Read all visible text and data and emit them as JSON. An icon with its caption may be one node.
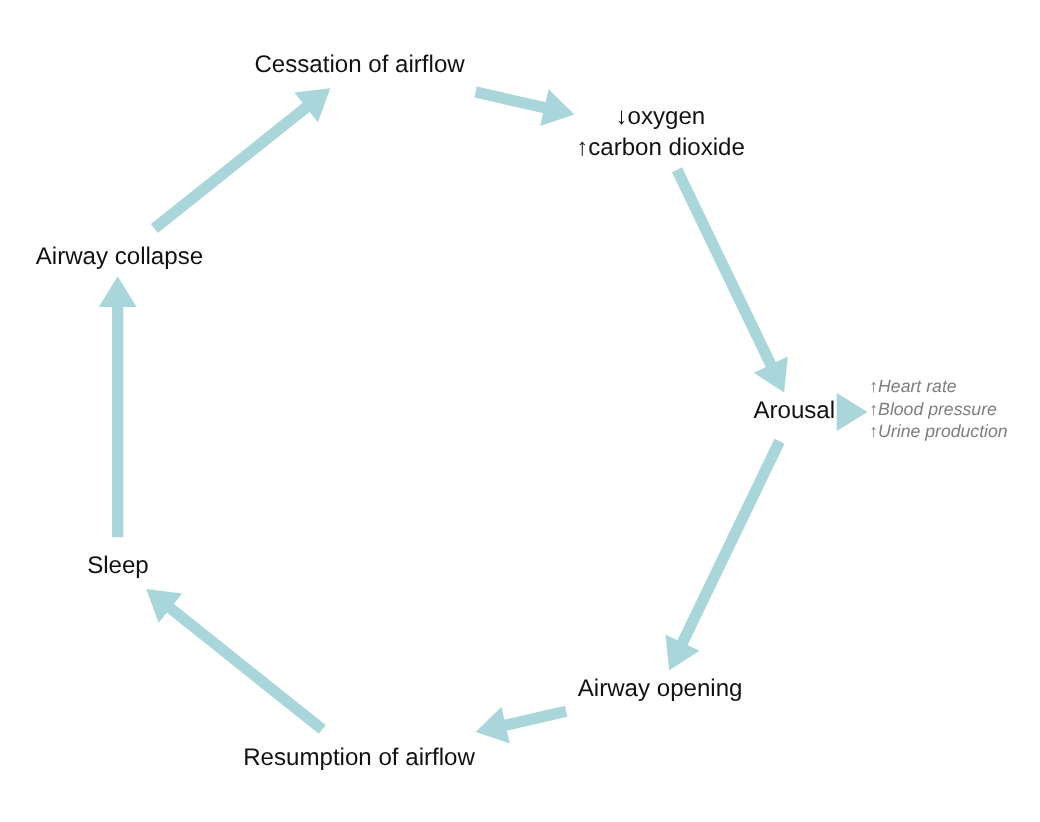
{
  "diagram": {
    "nodes": [
      {
        "text": [
          "Sleep"
        ]
      },
      {
        "text": [
          "Airway collapse"
        ]
      },
      {
        "text": [
          "Cessation of airflow"
        ]
      },
      {
        "text": [
          "↓oxygen",
          "↑carbon dioxide"
        ]
      },
      {
        "text": [
          "Arousal"
        ]
      },
      {
        "text": [
          "Airway opening"
        ]
      },
      {
        "text": [
          "Resumption of airflow"
        ]
      },
      {
        "text": [
          "↑Heart rate",
          "↑Blood pressure",
          "↑Urine production"
        ]
      }
    ],
    "edges": [
      {
        "from": 0,
        "to": 1,
        "arrow": "to"
      },
      {
        "from": 1,
        "to": 2,
        "arrow": "to"
      },
      {
        "from": 2,
        "to": 3,
        "arrow": "to"
      },
      {
        "from": 3,
        "to": 4,
        "arrow": "to"
      },
      {
        "from": 4,
        "to": 5,
        "arrow": "to"
      },
      {
        "from": 5,
        "to": 6,
        "arrow": "to"
      },
      {
        "from": 6,
        "to": 0,
        "arrow": "to"
      },
      {
        "from": 4,
        "to": 7,
        "arrow": "to"
      }
    ]
  }
}
